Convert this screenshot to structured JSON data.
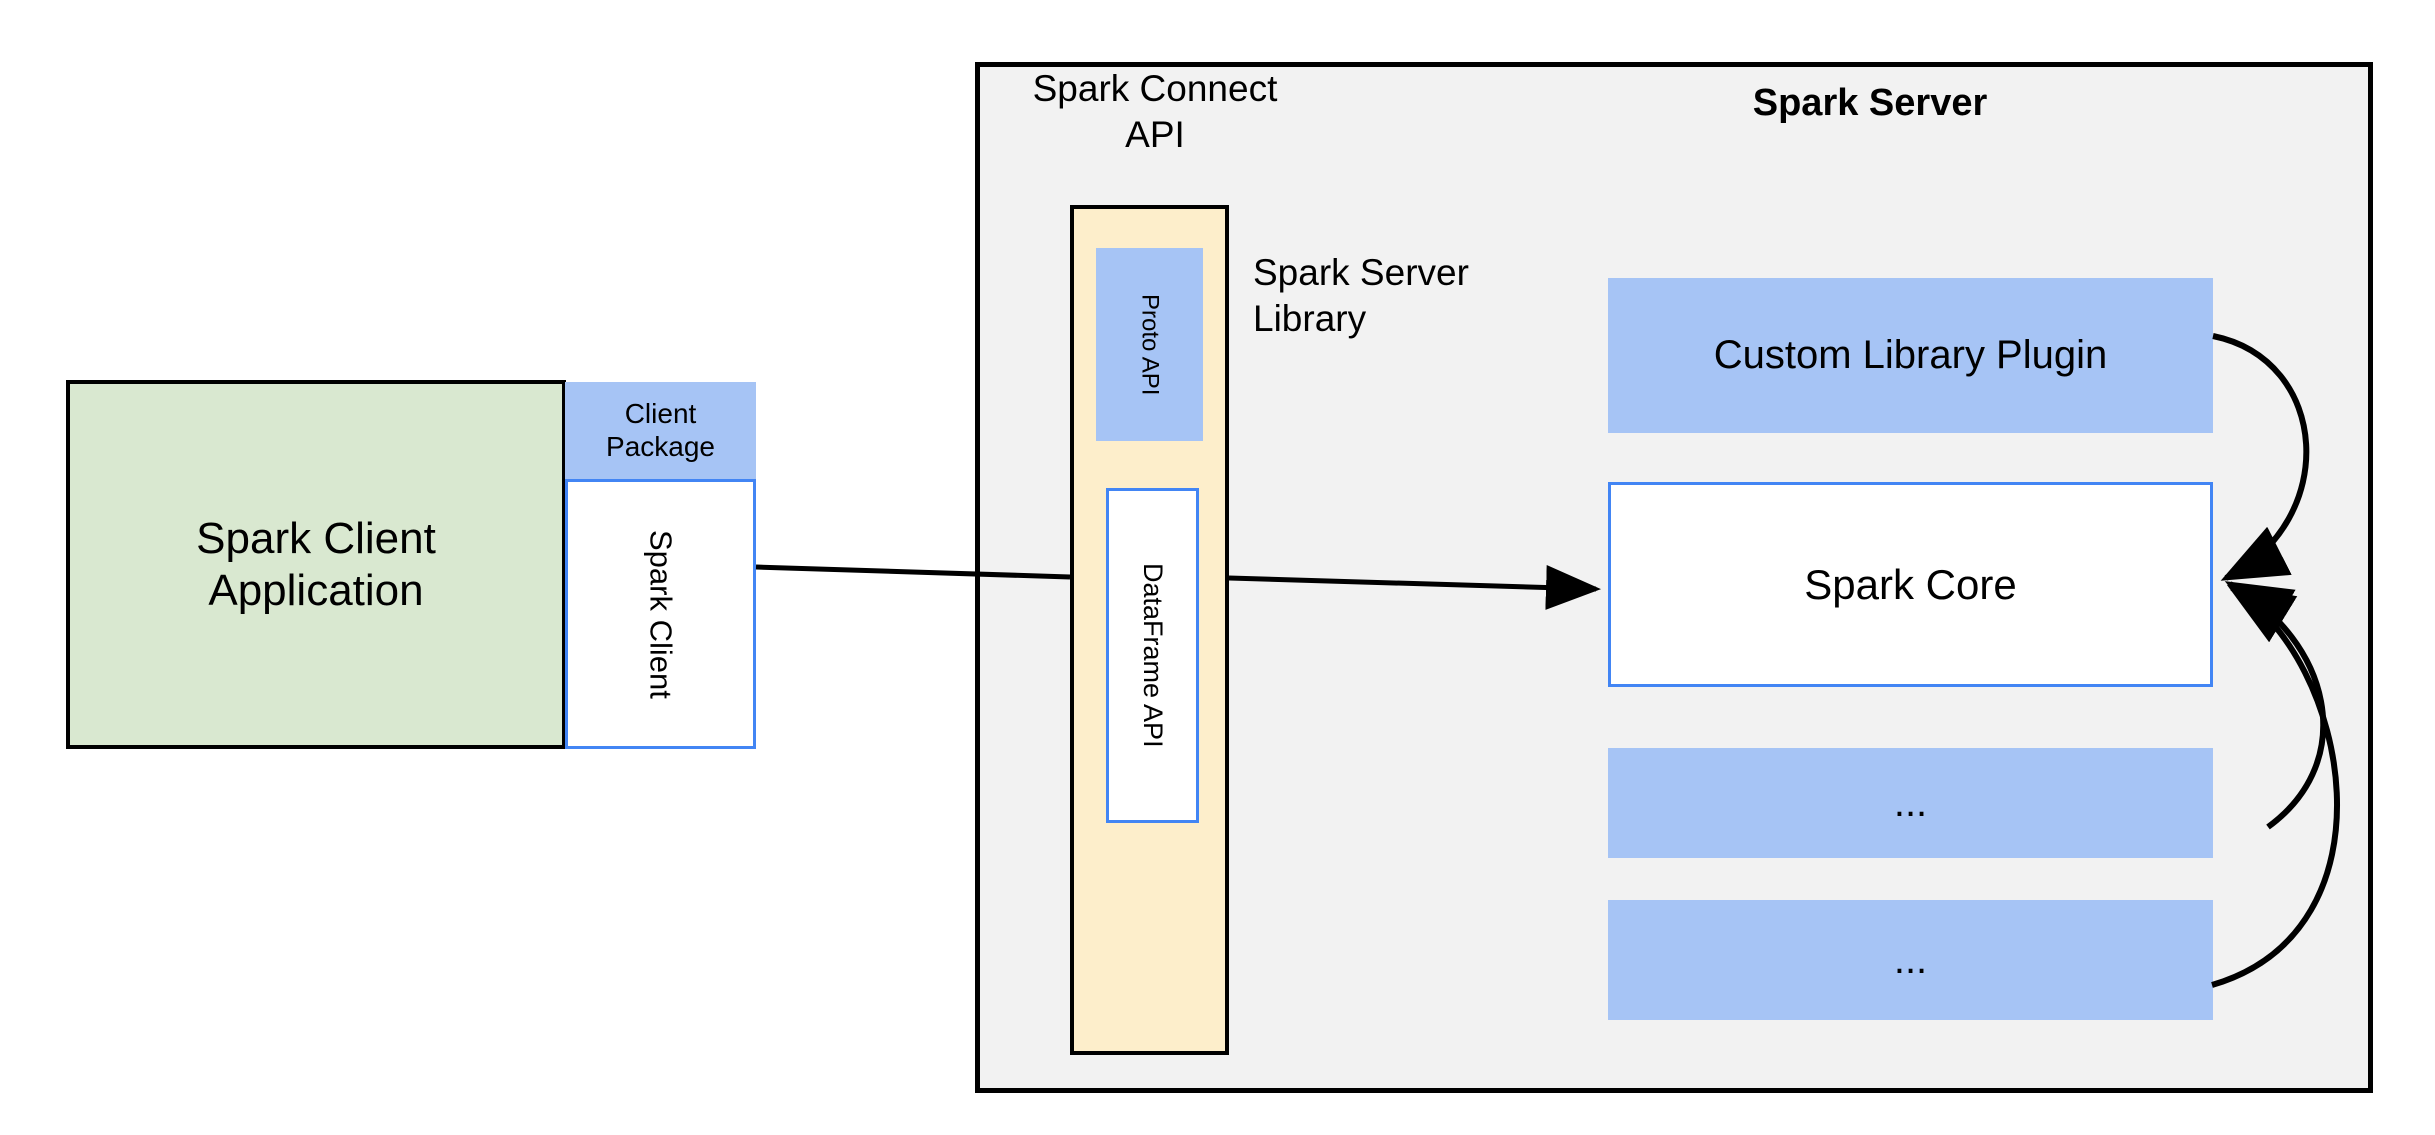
{
  "diagram": {
    "title_implicit": "Spark Connect architecture",
    "client": {
      "application_label": "Spark Client\nApplication",
      "application_line1": "Spark Client",
      "application_line2": "Application",
      "package_label": "Client\nPackage",
      "package_line1": "Client",
      "package_line2": "Package",
      "client_lib_label": "Spark Client"
    },
    "server": {
      "panel_title": "Spark Server",
      "connect_api_label": "Spark Connect\nAPI",
      "connect_api_line1": "Spark Connect",
      "connect_api_line2": "API",
      "server_library_label": "Spark Server\nLibrary",
      "server_library_line1": "Spark Server",
      "server_library_line2": "Library",
      "proto_api_label": "Proto API",
      "dataframe_api_label": "DataFrame API",
      "components": [
        {
          "label": "Custom Library Plugin",
          "style": "filled-blue"
        },
        {
          "label": "Spark Core",
          "style": "white-blue-border"
        },
        {
          "label": "...",
          "style": "filled-blue"
        },
        {
          "label": "...",
          "style": "filled-blue"
        }
      ]
    },
    "colors": {
      "client_app_fill": "#D9E8D0",
      "blue_fill": "#A6C4F5",
      "blue_border": "#4285F4",
      "panel_fill": "#F2F2F2",
      "cream_fill": "#FDEECB",
      "stroke": "#000000",
      "white": "#FFFFFF"
    },
    "edges": [
      {
        "from": "Spark Client",
        "to": "Spark Connect API",
        "style": "line"
      },
      {
        "from": "Spark Connect API",
        "to": "Spark Core",
        "style": "arrow"
      },
      {
        "from": "Custom Library Plugin",
        "to": "Spark Core",
        "style": "curved-arrow"
      },
      {
        "from": "...",
        "to": "Spark Core",
        "style": "curved-arrow"
      },
      {
        "from": "...",
        "to": "Spark Core",
        "style": "curved-arrow"
      }
    ]
  }
}
